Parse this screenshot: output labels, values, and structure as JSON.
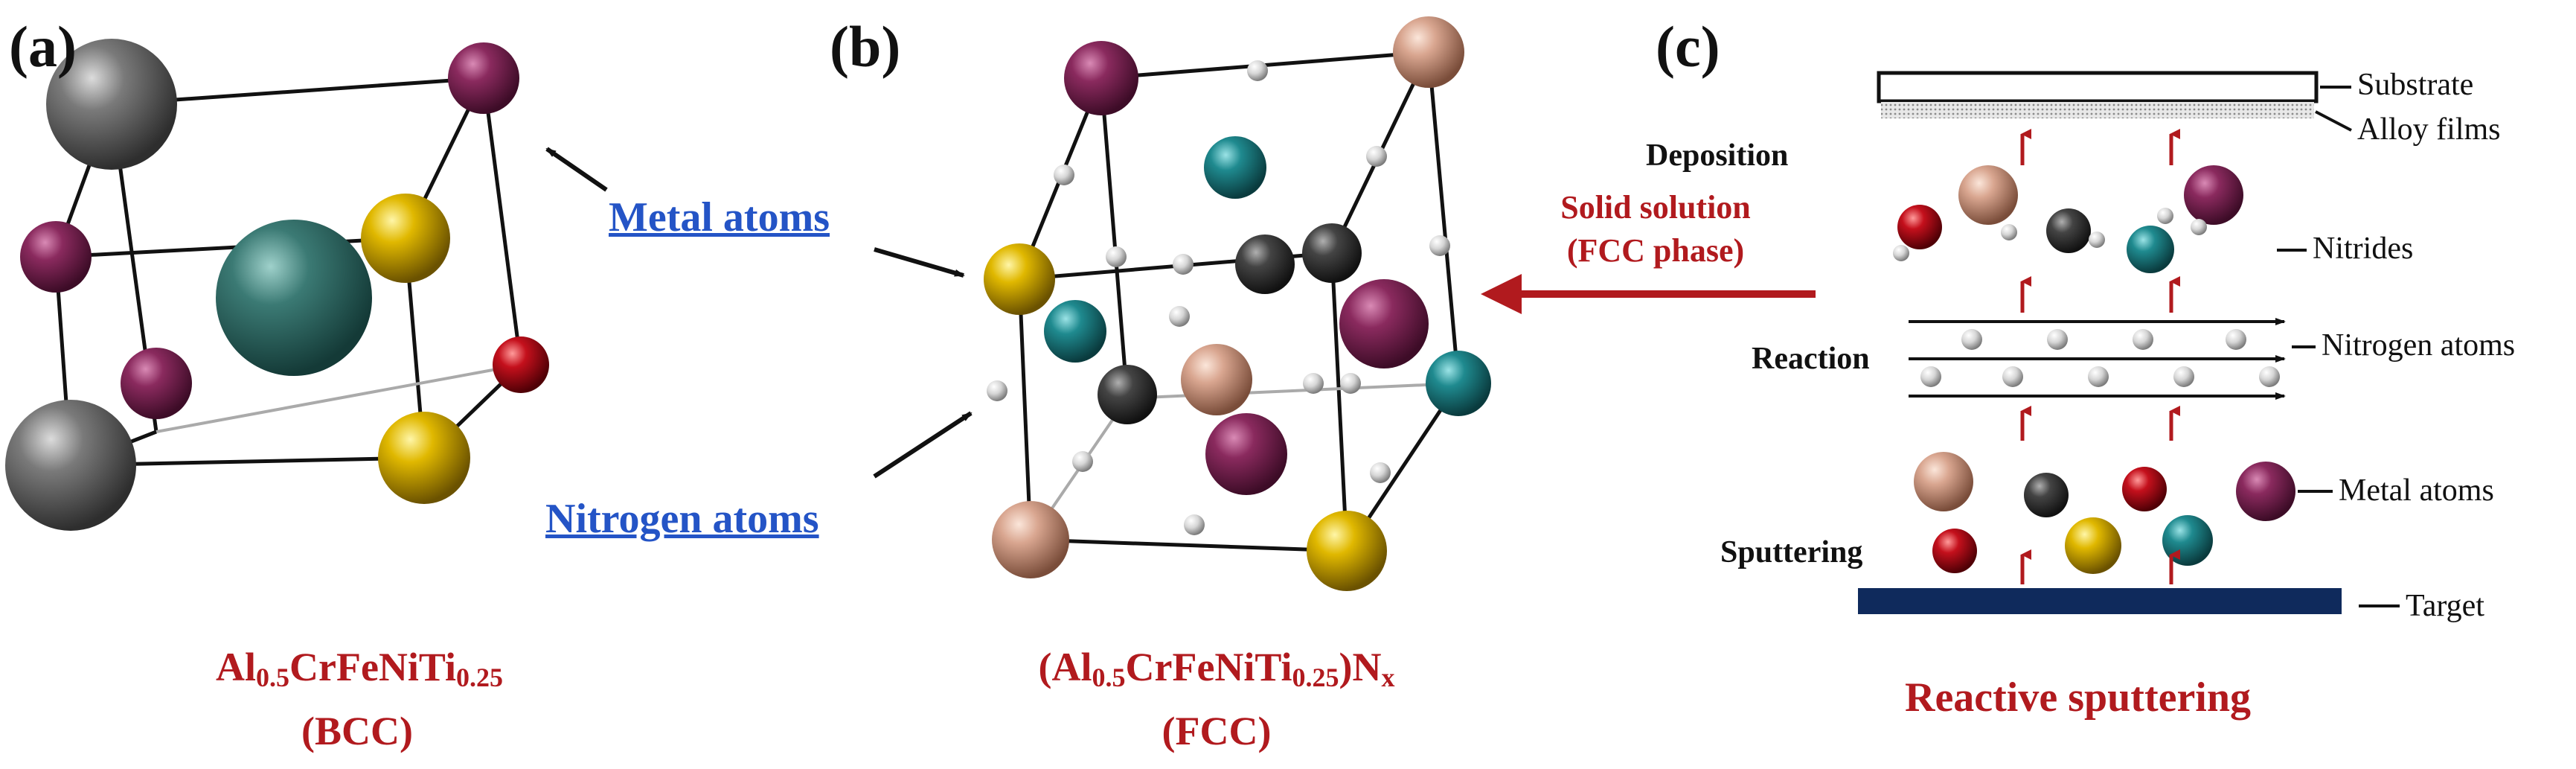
{
  "panels": {
    "a": "(a)",
    "b": "(b)",
    "c": "(c)"
  },
  "callouts": {
    "metal": "Metal atoms",
    "nitrogen": "Nitrogen atoms"
  },
  "formula_a": {
    "pre": "Al",
    "s1": "0.5",
    "mid": "CrFeNiTi",
    "s2": "0.25",
    "phase": "(BCC)"
  },
  "formula_b": {
    "pre": "(Al",
    "s1": "0.5",
    "mid": "CrFeNiTi",
    "s2": "0.25",
    "mid2": ")N",
    "s3": "x",
    "phase": "(FCC)"
  },
  "arrow_label": {
    "line1": "Solid solution",
    "line2": "(FCC phase)"
  },
  "process": {
    "deposition": "Deposition",
    "reaction": "Reaction",
    "sputtering": "Sputtering",
    "title": "Reactive sputtering"
  },
  "labels": {
    "substrate": "Substrate",
    "alloy_films": "Alloy films",
    "nitrides": "Nitrides",
    "nitrogen_atoms": "Nitrogen atoms",
    "metal_atoms": "Metal atoms",
    "target": "Target"
  },
  "colors": {
    "metal_label": "#2454c6",
    "title_red": "#b11a1e",
    "purple_atom": "#7a2152",
    "gray_atom": "#6b6b6b",
    "teal_atom": "#2f6e6a",
    "gold_atom": "#d9b400",
    "red_atom": "#b0101a",
    "peach_atom": "#d8a791",
    "dark_atom": "#3a3a3a",
    "teal_small": "#1f8a8f",
    "target": "#0f2a5c"
  }
}
